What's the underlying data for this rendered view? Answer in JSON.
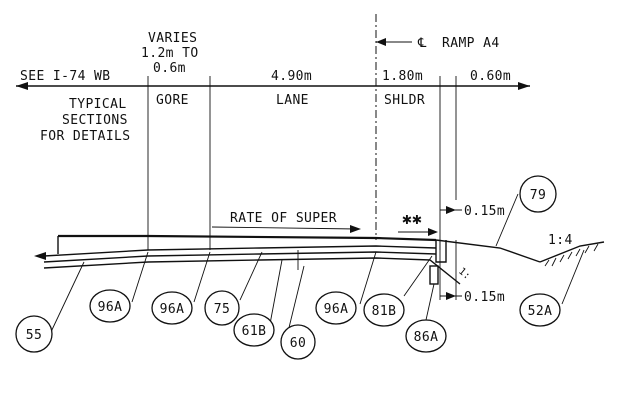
{
  "dimensions": {
    "varies_line1": "VARIES",
    "varies_line2": "1.2m TO",
    "varies_line3": "0.6m",
    "lane_width": "4.90m",
    "shoulder_width": "1.80m",
    "right_width": "0.60m",
    "top_offset": "0.15m",
    "bottom_offset": "0.15m",
    "slope": "1:4"
  },
  "zones": {
    "see_ref": "SEE I-74 WB",
    "typical_line1": "TYPICAL",
    "typical_line2": "SECTIONS",
    "typical_line3": "FOR DETAILS",
    "gore": "GORE",
    "lane": "LANE",
    "shoulder": "SHLDR"
  },
  "centerline": {
    "symbol": "℄",
    "label": "RAMP A4"
  },
  "super": {
    "label": "RATE OF SUPER",
    "stars": "✱✱"
  },
  "callouts": [
    {
      "id": "55"
    },
    {
      "id": "96A"
    },
    {
      "id": "96A"
    },
    {
      "id": "75"
    },
    {
      "id": "61B"
    },
    {
      "id": "60"
    },
    {
      "id": "96A"
    },
    {
      "id": "81B"
    },
    {
      "id": "86A"
    },
    {
      "id": "52A"
    },
    {
      "id": "79"
    }
  ]
}
